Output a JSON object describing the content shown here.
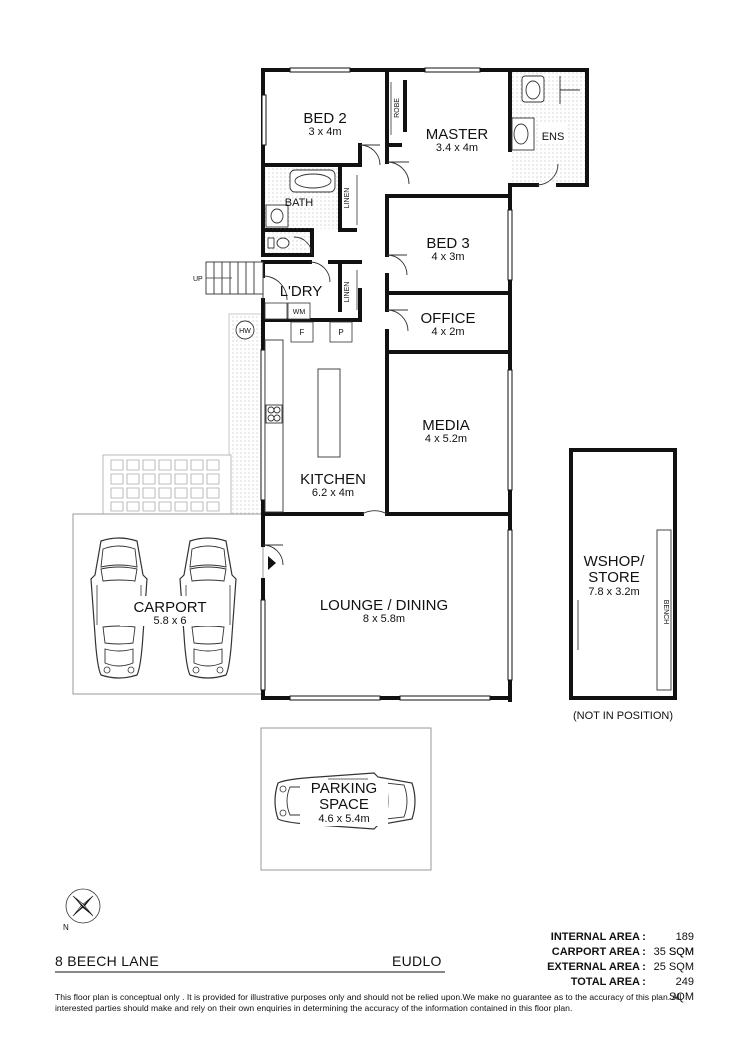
{
  "rooms": {
    "bed2": {
      "name": "BED 2",
      "dim": "3 x 4m"
    },
    "master": {
      "name": "MASTER",
      "dim": "3.4 x 4m"
    },
    "ens": {
      "name": "ENS"
    },
    "robe": {
      "name": "ROBE"
    },
    "bath": {
      "name": "BATH"
    },
    "linen1": {
      "name": "LINEN"
    },
    "linen2": {
      "name": "LINEN"
    },
    "bed3": {
      "name": "BED 3",
      "dim": "4 x 3m"
    },
    "ldry": {
      "name": "L'DRY"
    },
    "office": {
      "name": "OFFICE",
      "dim": "4 x 2m"
    },
    "media": {
      "name": "MEDIA",
      "dim": "4 x 5.2m"
    },
    "kitchen": {
      "name": "KITCHEN",
      "dim": "6.2 x 4m"
    },
    "lounge": {
      "name": "LOUNGE / DINING",
      "dim": "8 x 5.8m"
    },
    "carport": {
      "name": "CARPORT",
      "dim": "5.8 x 6"
    },
    "wshop": {
      "name_line1": "WSHOP/",
      "name_line2": "STORE",
      "dim": "7.8 x 3.2m",
      "note": "(NOT IN POSITION)",
      "bench": "BENCH"
    },
    "parking": {
      "name_line1": "PARKING",
      "name_line2": "SPACE",
      "dim": "4.6 x 5.4m"
    }
  },
  "fixtures": {
    "up": "UP",
    "hw": "HW",
    "wm": "WM",
    "fridge": "F",
    "pantry": "P"
  },
  "compass": {
    "label": "N"
  },
  "address": {
    "street": "8 BEECH LANE",
    "suburb": "EUDLO"
  },
  "areas": [
    {
      "label": "INTERNAL AREA",
      "value": "189 SQM"
    },
    {
      "label": "CARPORT AREA",
      "value": "35 SQM"
    },
    {
      "label": "EXTERNAL AREA",
      "value": "25 SQM"
    },
    {
      "label": "TOTAL AREA",
      "value": "249 SQM"
    }
  ],
  "disclaimer": "This floor plan  is conceptual only . It is provided for illustrative purposes only and should not be relied upon.We make no guarantee as to the accuracy of this plan. All interested parties should make and rely on their own enquiries in determining the accuracy of the information contained in this floor plan."
}
